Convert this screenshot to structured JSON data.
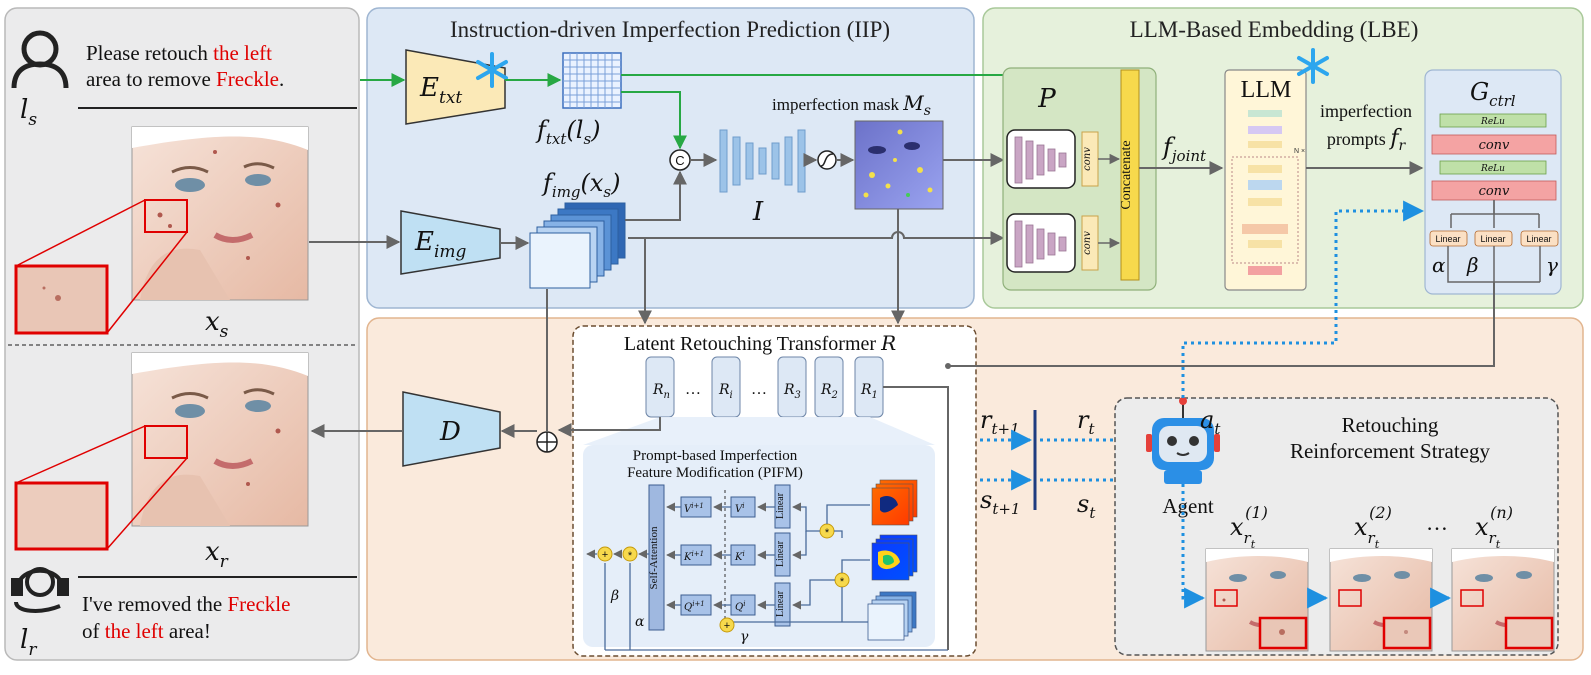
{
  "iip": {
    "title": "Instruction-driven Imperfection Prediction (IIP)",
    "e_txt": "E",
    "e_txt_sub": "txt",
    "e_img": "E",
    "e_img_sub": "img",
    "f_txt": "f",
    "f_txt_sub": "txt",
    "f_txt_arg": "(l",
    "f_txt_arg_sub": "s",
    "f_txt_close": ")",
    "f_img": "f",
    "f_img_sub": "img",
    "f_img_arg": "(x",
    "f_img_arg_sub": "s",
    "f_img_close": ")",
    "concat_symbol": "C",
    "predictor": "I",
    "mask_label": "imperfection mask ",
    "mask_symbol": "M",
    "mask_symbol_sub": "s"
  },
  "lbe": {
    "title": "LLM-Based Embedding (LBE)",
    "p_label": "P",
    "conv": "conv",
    "concatenate": "Concatenate",
    "f_joint": "f",
    "f_joint_sub": "joint",
    "llm": "LLM",
    "llm_repeat": "N ×",
    "prompts_line1": "imperfection",
    "prompts_line2": "prompts ",
    "prompts_symbol": "f",
    "prompts_symbol_sub": "r",
    "g_ctrl": "G",
    "g_ctrl_sub": "ctrl",
    "relu": "ReLu",
    "linear": "Linear",
    "alpha": "α",
    "beta": "β",
    "gamma": "γ"
  },
  "user": {
    "instruction_pre": "Please retouch ",
    "instruction_red1": "the left",
    "instruction_mid": "area to remove ",
    "instruction_red2": "Freckle",
    "instruction_end": ".",
    "l_s": "l",
    "l_s_sub": "s",
    "x_s": "x",
    "x_s_sub": "s",
    "x_r": "x",
    "x_r_sub": "r",
    "l_r": "l",
    "l_r_sub": "r",
    "reply_pre": "I've removed the ",
    "reply_red1": "Freckle",
    "reply_of": "of ",
    "reply_red2": "the left",
    "reply_end": " area!"
  },
  "decoder": "D",
  "lrt": {
    "title": "Latent Retouching Transformer ",
    "title_symbol": "R",
    "blocks": [
      "R",
      "…",
      "R",
      "…",
      "R",
      "R",
      "R"
    ],
    "block_subs": [
      "n",
      "",
      "i",
      "",
      "3",
      "2",
      "1"
    ],
    "pifm_line1": "Prompt-based Imperfection",
    "pifm_line2": "Feature Modification (PIFM)",
    "self_attention": "Self-Attention",
    "v_next": "V",
    "k_next": "K",
    "q_next": "Q",
    "next_sup": "i+1",
    "v_cur": "V",
    "k_cur": "K",
    "q_cur": "Q",
    "cur_sup": "i",
    "linear": "Linear",
    "plus": "+",
    "times": "*",
    "beta": "β",
    "alpha": "α",
    "gamma": "γ"
  },
  "rl": {
    "r_next": "r",
    "r_next_sub": "t+1",
    "s_next": "s",
    "s_next_sub": "t+1",
    "r_t": "r",
    "r_t_sub": "t",
    "s_t": "s",
    "s_t_sub": "t",
    "a_t": "a",
    "a_t_sub": "t",
    "agent": "Agent",
    "title_line1": "Retouching",
    "title_line2": "Reinforcement Strategy",
    "step_sym": "x",
    "step_sub": "r",
    "step_subsub": "t",
    "steps": [
      "(1)",
      "(2)",
      "(n)"
    ],
    "ellipsis": "…"
  },
  "colors": {
    "iip_bg": "#dde8f5",
    "lbe_bg": "#e6f1dc",
    "left_bg": "#ebebec",
    "bottom_bg": "#faeadc",
    "rl_bg": "#ececec",
    "red_text": "#e00000",
    "green_arrow": "#27a844",
    "blue_dotted": "#1e90e0",
    "encoder_txt": "#fbe9b7",
    "encoder_img": "#bfe0f3",
    "conv_pink": "#f4a3a3",
    "relu_green": "#bfe0a8"
  }
}
